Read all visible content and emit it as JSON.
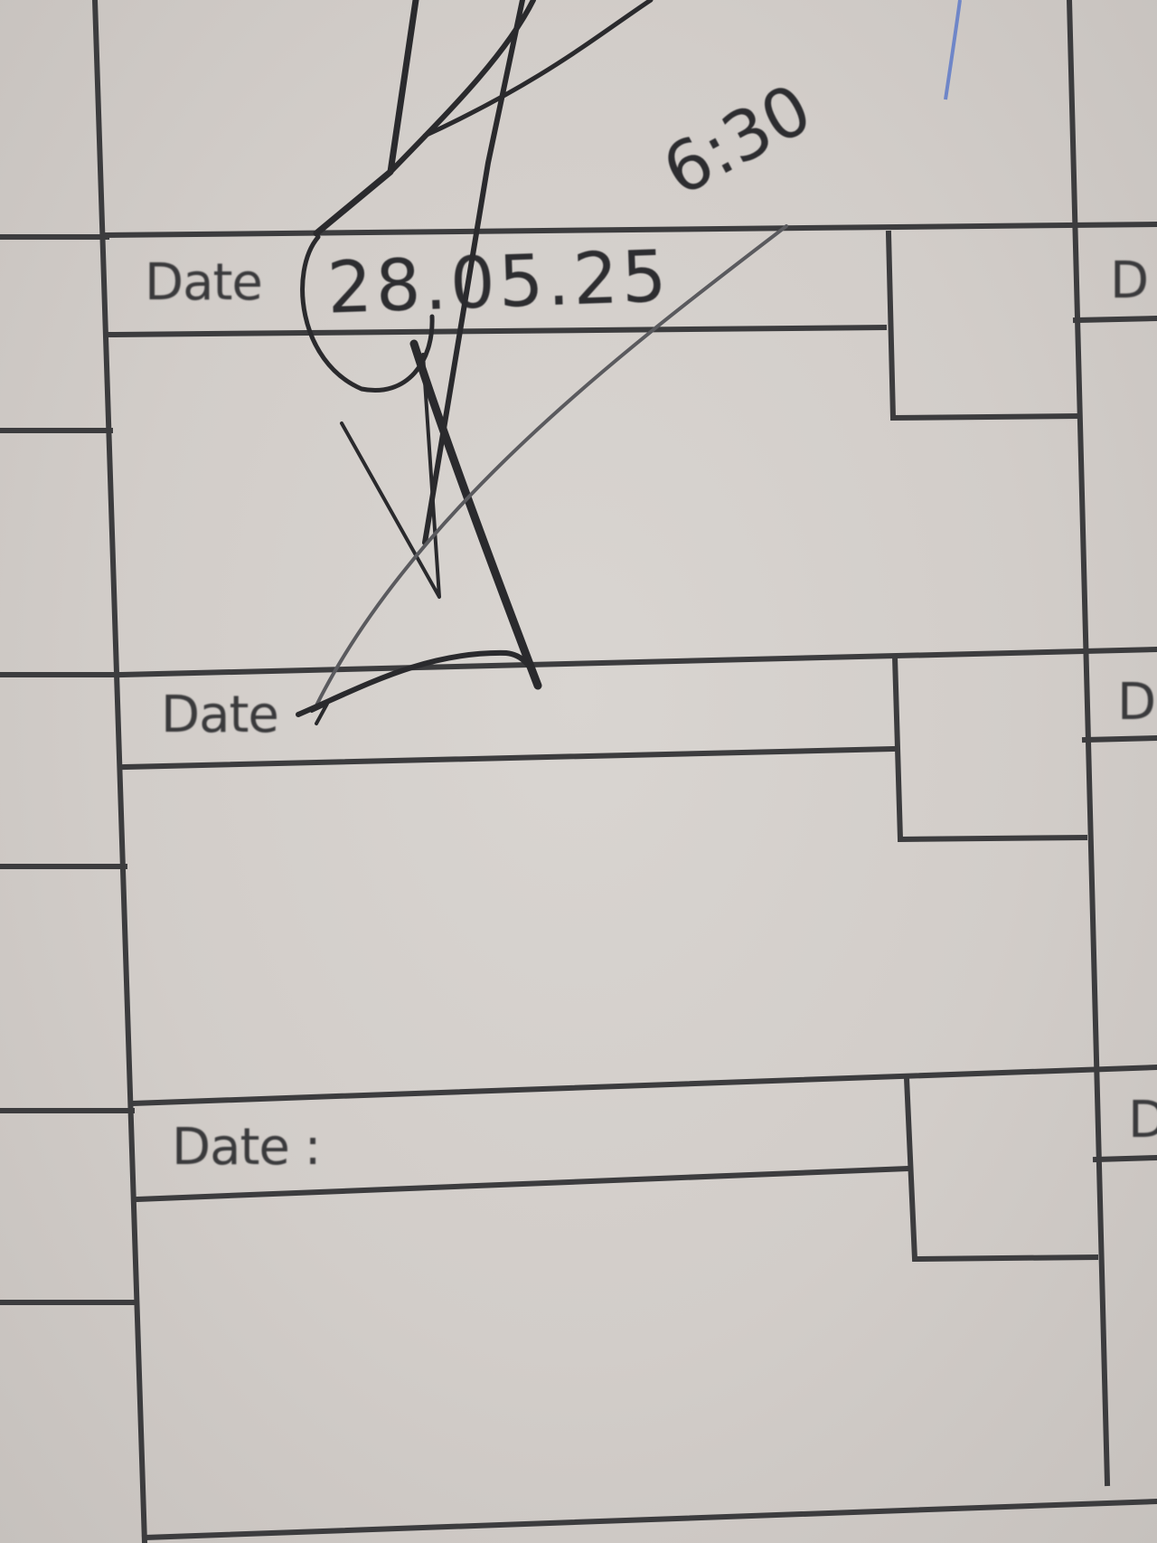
{
  "form": {
    "entries": [
      {
        "label": "Date",
        "value": "28.05.25",
        "note": "6:30"
      },
      {
        "label": "Date"
      },
      {
        "label": "Date :"
      }
    ],
    "right_column": {
      "labels": [
        "D",
        "D",
        "D"
      ]
    }
  },
  "colors": {
    "paper": "#d4d0cc",
    "rule_ink": "#3c3c3e",
    "pen_ink": "#2a2a2d",
    "blue_ink": "#6f86c8"
  }
}
